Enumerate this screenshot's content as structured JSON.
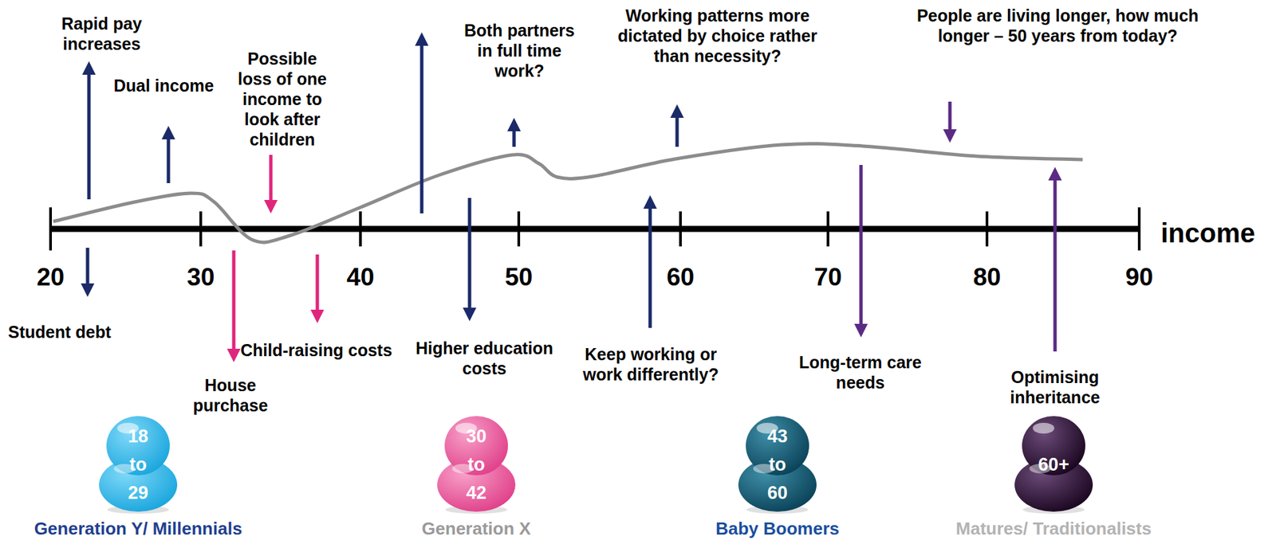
{
  "diagram": {
    "nodes": [
      {
        "text": [
          "18 to 29",
          "Generation Y/ Millennials"
        ]
      },
      {
        "text": [
          "30 to 42",
          "Generation X"
        ]
      },
      {
        "text": [
          "43 to 60",
          "Baby Boomers"
        ]
      },
      {
        "text": [
          "60+",
          "Matures/ Traditionalists"
        ]
      }
    ],
    "labels": [
      "Rapid pay increases",
      "Dual income",
      "Possible loss of one income to look after children",
      "Both partners in full time work?",
      "Working patterns more dictated by choice rather than necessity?",
      "People are living longer, how much longer – 50 years from today?",
      "income",
      "20",
      "30",
      "40",
      "50",
      "60",
      "70",
      "80",
      "90",
      "Student debt",
      "Child-raising costs",
      "House purchase",
      "Higher education costs",
      "Keep working or work differently?",
      "Long-term care needs",
      "Optimising inheritance"
    ]
  }
}
